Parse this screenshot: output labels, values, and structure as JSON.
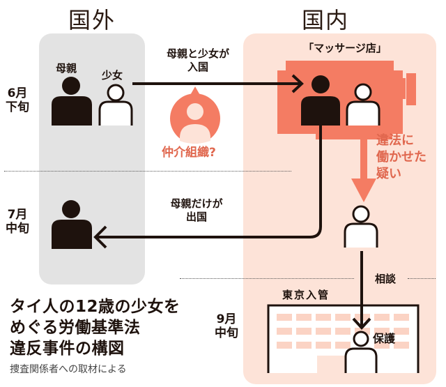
{
  "regions": {
    "abroad": "国外",
    "domestic": "国内"
  },
  "timeline": [
    {
      "month": "6月",
      "period": "下旬"
    },
    {
      "month": "7月",
      "period": "中旬"
    },
    {
      "month": "9月",
      "period": "中旬"
    }
  ],
  "people": {
    "mother": "母親",
    "girl": "少女"
  },
  "events": {
    "entry": {
      "line1": "母親と少女が",
      "line2": "入国"
    },
    "broker": "仲介組織?",
    "shop": "「マッサージ店」",
    "illegal_work": {
      "line1": "違法に",
      "line2": "働かせた",
      "line3": "疑い"
    },
    "exit": {
      "line1": "母親だけが",
      "line2": "出国"
    },
    "consult": "相談",
    "immigration": "東京入管",
    "protect": "保護"
  },
  "caption": {
    "title_lines": [
      "タイ人の12歳の少女を",
      "めぐる労働基準法",
      "違反事件の構図"
    ],
    "source": "捜査関係者への取材による"
  },
  "colors": {
    "abroad_panel": "#e3e3e3",
    "domestic_panel": "#fde3d8",
    "accent": "#f47c63",
    "accent_text": "#e0674e",
    "ink": "#1e120d"
  }
}
